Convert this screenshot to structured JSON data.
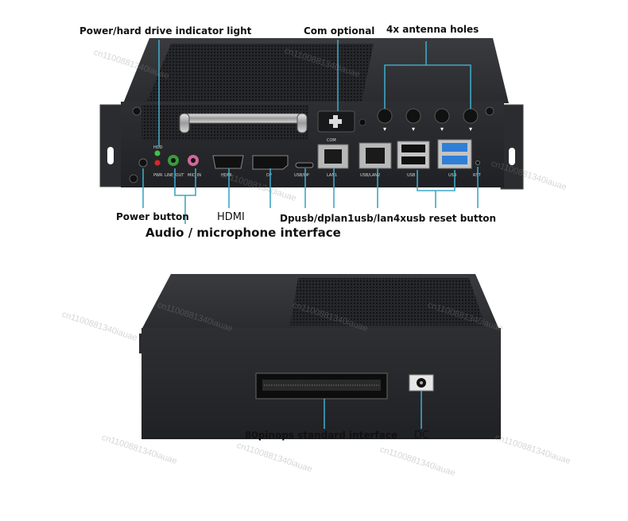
{
  "callouts": {
    "power_hdd": "Power/hard drive indicator light",
    "com": "Com optional",
    "antenna": "4x antenna holes",
    "power_button": "Power button",
    "hdmi": "HDMI",
    "dp_usb": "Dpusb/dplan1usb/lan4xusb reset button",
    "audio": "Audio / microphone interface",
    "ops": "80pinops standard interface",
    "dc": "DC"
  },
  "panel_labels": {
    "hdd": "HDD",
    "pwr": "PWR",
    "line_out": "LINE_OUT",
    "mic_in": "MIC_IN",
    "hdmi": "HDMI",
    "dp": "DP",
    "usb_dp": "USB/DP",
    "com": "COM",
    "lan1": "LAN1",
    "usb_lan2": "USB/LAN2",
    "usb_1": "USB",
    "usb_2": "USB",
    "rst": "RST"
  },
  "watermark": "cn1100881340iauae",
  "colors": {
    "line": "#3fa7c6",
    "chassis": "#2c2d30",
    "chassis_dark": "#1b1c1e",
    "usb_blue": "#2f7fd6",
    "jack_green": "#3c9a3c",
    "jack_pink": "#d0679a",
    "led_red": "#d42a2a",
    "led_green": "#3fc24a"
  }
}
